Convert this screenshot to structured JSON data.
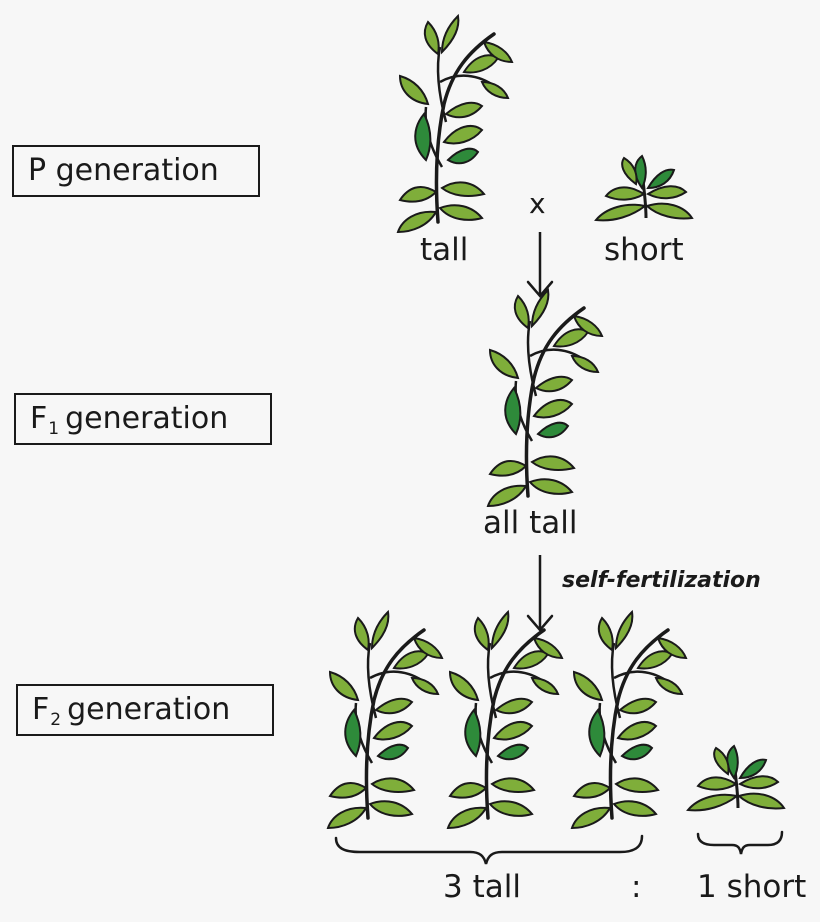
{
  "rows": {
    "p": {
      "label": "P generation"
    },
    "f1": {
      "letter": "F",
      "sub": "1",
      "rest": "generation"
    },
    "f2": {
      "letter": "F",
      "sub": "2",
      "rest": "generation"
    }
  },
  "p_row": {
    "tall_label": "tall",
    "cross_symbol": "x",
    "short_label": "short"
  },
  "f1_row": {
    "label": "all tall"
  },
  "process": {
    "label": "self-fertilization"
  },
  "f2_row": {
    "tall_label": "3 tall",
    "separator": ":",
    "short_label": "1 short"
  },
  "colors": {
    "leaf_light": "#7fae3a",
    "leaf_dark": "#2e8a3a",
    "outline": "#1a1a1a",
    "background": "#f7f7f7"
  },
  "icons": [
    "tall-pea-plant-icon",
    "short-pea-plant-icon",
    "down-arrow-icon",
    "brace-icon"
  ]
}
